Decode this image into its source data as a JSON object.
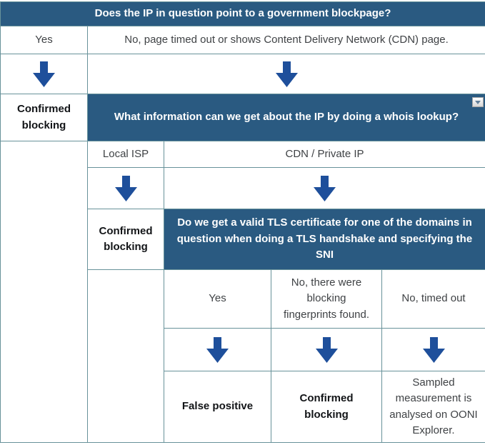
{
  "colors": {
    "header_bg": "#2a5a81",
    "arrow": "#1e4f9b",
    "border": "#68929a",
    "text": "#3f4245",
    "text_strong": "#121417"
  },
  "icons": {
    "arrow_down": "⬇",
    "dropdown_caret": "▼"
  },
  "flowchart": {
    "step1": {
      "question": "Does the IP in question point to a government blockpage?",
      "answers": {
        "yes": "Yes",
        "no": "No, page timed out or shows Content Delivery Network (CDN) page."
      },
      "yes_outcome": "Confirmed blocking"
    },
    "step2": {
      "question": "What information can we get about the IP by doing a whois lookup?",
      "answers": {
        "local_isp": "Local ISP",
        "cdn": "CDN / Private IP"
      },
      "local_isp_outcome": "Confirmed blocking"
    },
    "step3": {
      "question": "Do we get a valid TLS certificate for one of the domains in question when doing a TLS handshake and specifying the SNI",
      "answers": {
        "yes": "Yes",
        "no_fingerprints": "No, there were blocking fingerprints found.",
        "no_timeout": "No, timed out"
      },
      "outcomes": {
        "yes": "False positive",
        "no_fingerprints": "Confirmed blocking",
        "no_timeout": "Sampled measurement is analysed on OONI Explorer."
      }
    }
  }
}
